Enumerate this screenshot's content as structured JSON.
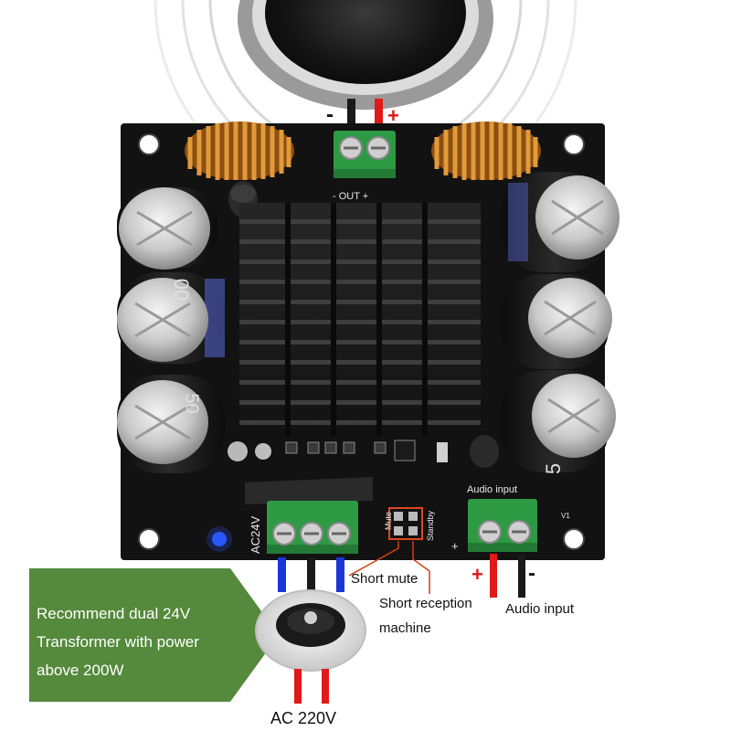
{
  "speaker": {
    "minus": "-",
    "plus": "+"
  },
  "board": {
    "out_label": "- OUT +",
    "ac_label": "AC24V",
    "mute_label": "Mute",
    "standby_label": "Standby",
    "audio_input_label": "Audio input",
    "plus_mark": "+",
    "v1_label": "V1",
    "capacitor_marks": [
      "00",
      "50",
      "5"
    ]
  },
  "annotations": {
    "short_mute": "Short mute",
    "short_reception_line1": "Short reception",
    "short_reception_line2": "machine",
    "audio_input": "Audio input",
    "input_plus": "+",
    "input_minus": "-",
    "ac_voltage": "AC 220V"
  },
  "recommend": {
    "line1": "Recommend dual 24V",
    "line2": "Transformer with power",
    "line3": "above 200W"
  },
  "colors": {
    "board": "#121212",
    "terminal_green": "#2e9a44",
    "banner_green": "#55893b",
    "wire_red": "#e01919",
    "wire_blue": "#1a36d8",
    "led_blue": "#2a58ff"
  }
}
